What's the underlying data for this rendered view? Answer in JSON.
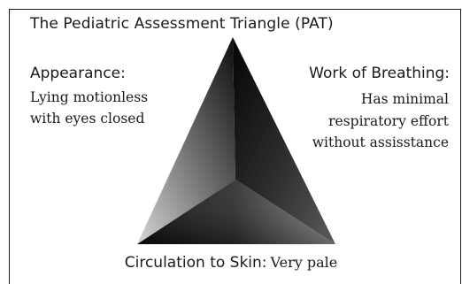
{
  "figure": {
    "title": "The Pediatric Assessment Triangle (PAT)"
  },
  "appearance": {
    "heading": "Appearance:",
    "text": "Lying motionless with eyes closed"
  },
  "work_of_breathing": {
    "heading": "Work of Breathing:",
    "text": "Has minimal respiratory effort without assisstance"
  },
  "circulation": {
    "heading": "Circulation to Skin:",
    "text": "Very pale"
  },
  "colors": {
    "frame": "#1a1a1a",
    "text": "#1a1a1a",
    "triangle_dark": "#0a0a0a",
    "triangle_light": "#d9d9d9"
  }
}
